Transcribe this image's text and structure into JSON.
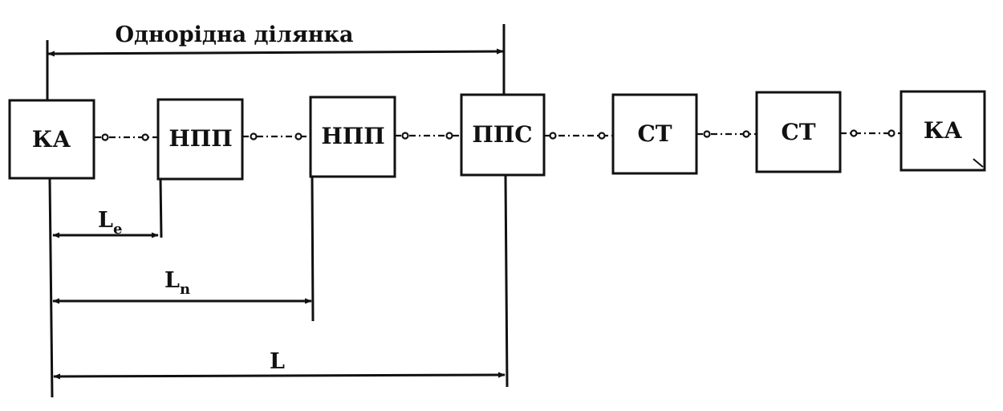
{
  "diagram": {
    "title": "Однорідна ділянка",
    "blocks": [
      {
        "label": "КА"
      },
      {
        "label": "НПП"
      },
      {
        "label": "НПП"
      },
      {
        "label": "ППС"
      },
      {
        "label": "СТ"
      },
      {
        "label": "СТ"
      },
      {
        "label": "КА"
      }
    ],
    "dimensions": {
      "le": {
        "base": "L",
        "sub": "e"
      },
      "ln": {
        "base": "L",
        "sub": "n"
      },
      "l": {
        "base": "L"
      }
    }
  },
  "colors": {
    "ink": "#111111",
    "background": "#ffffff"
  }
}
